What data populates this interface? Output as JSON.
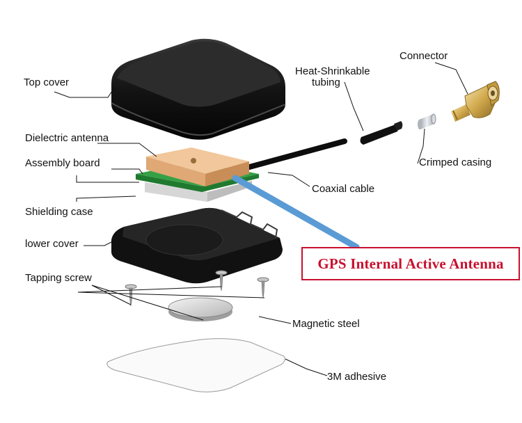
{
  "labels": {
    "top_cover": "Top cover",
    "heat_shrink": "Heat-Shrinkable",
    "heat_shrink_2": "tubing",
    "connector": "Connector",
    "dielectric_antenna": "Dielectric antenna",
    "assembly_board": "Assembly board",
    "shielding_case": "Shielding case",
    "crimped_casing": "Crimped casing",
    "coaxial_cable": "Coaxial cable",
    "lower_cover": "lower cover",
    "tapping_screw": "Tapping screw",
    "magnetic_steel": "Magnetic steel",
    "adhesive": "3M adhesive"
  },
  "banner": {
    "text": "GPS Internal Active Antenna",
    "color": "#c8102e"
  },
  "colors": {
    "cover": "#1a1a1a",
    "antenna_patch": "#e8b98a",
    "board": "#2f8f3a",
    "shield": "#cfcfcf",
    "pointer": "#5b9bd5",
    "connector": "#d4a84b"
  }
}
